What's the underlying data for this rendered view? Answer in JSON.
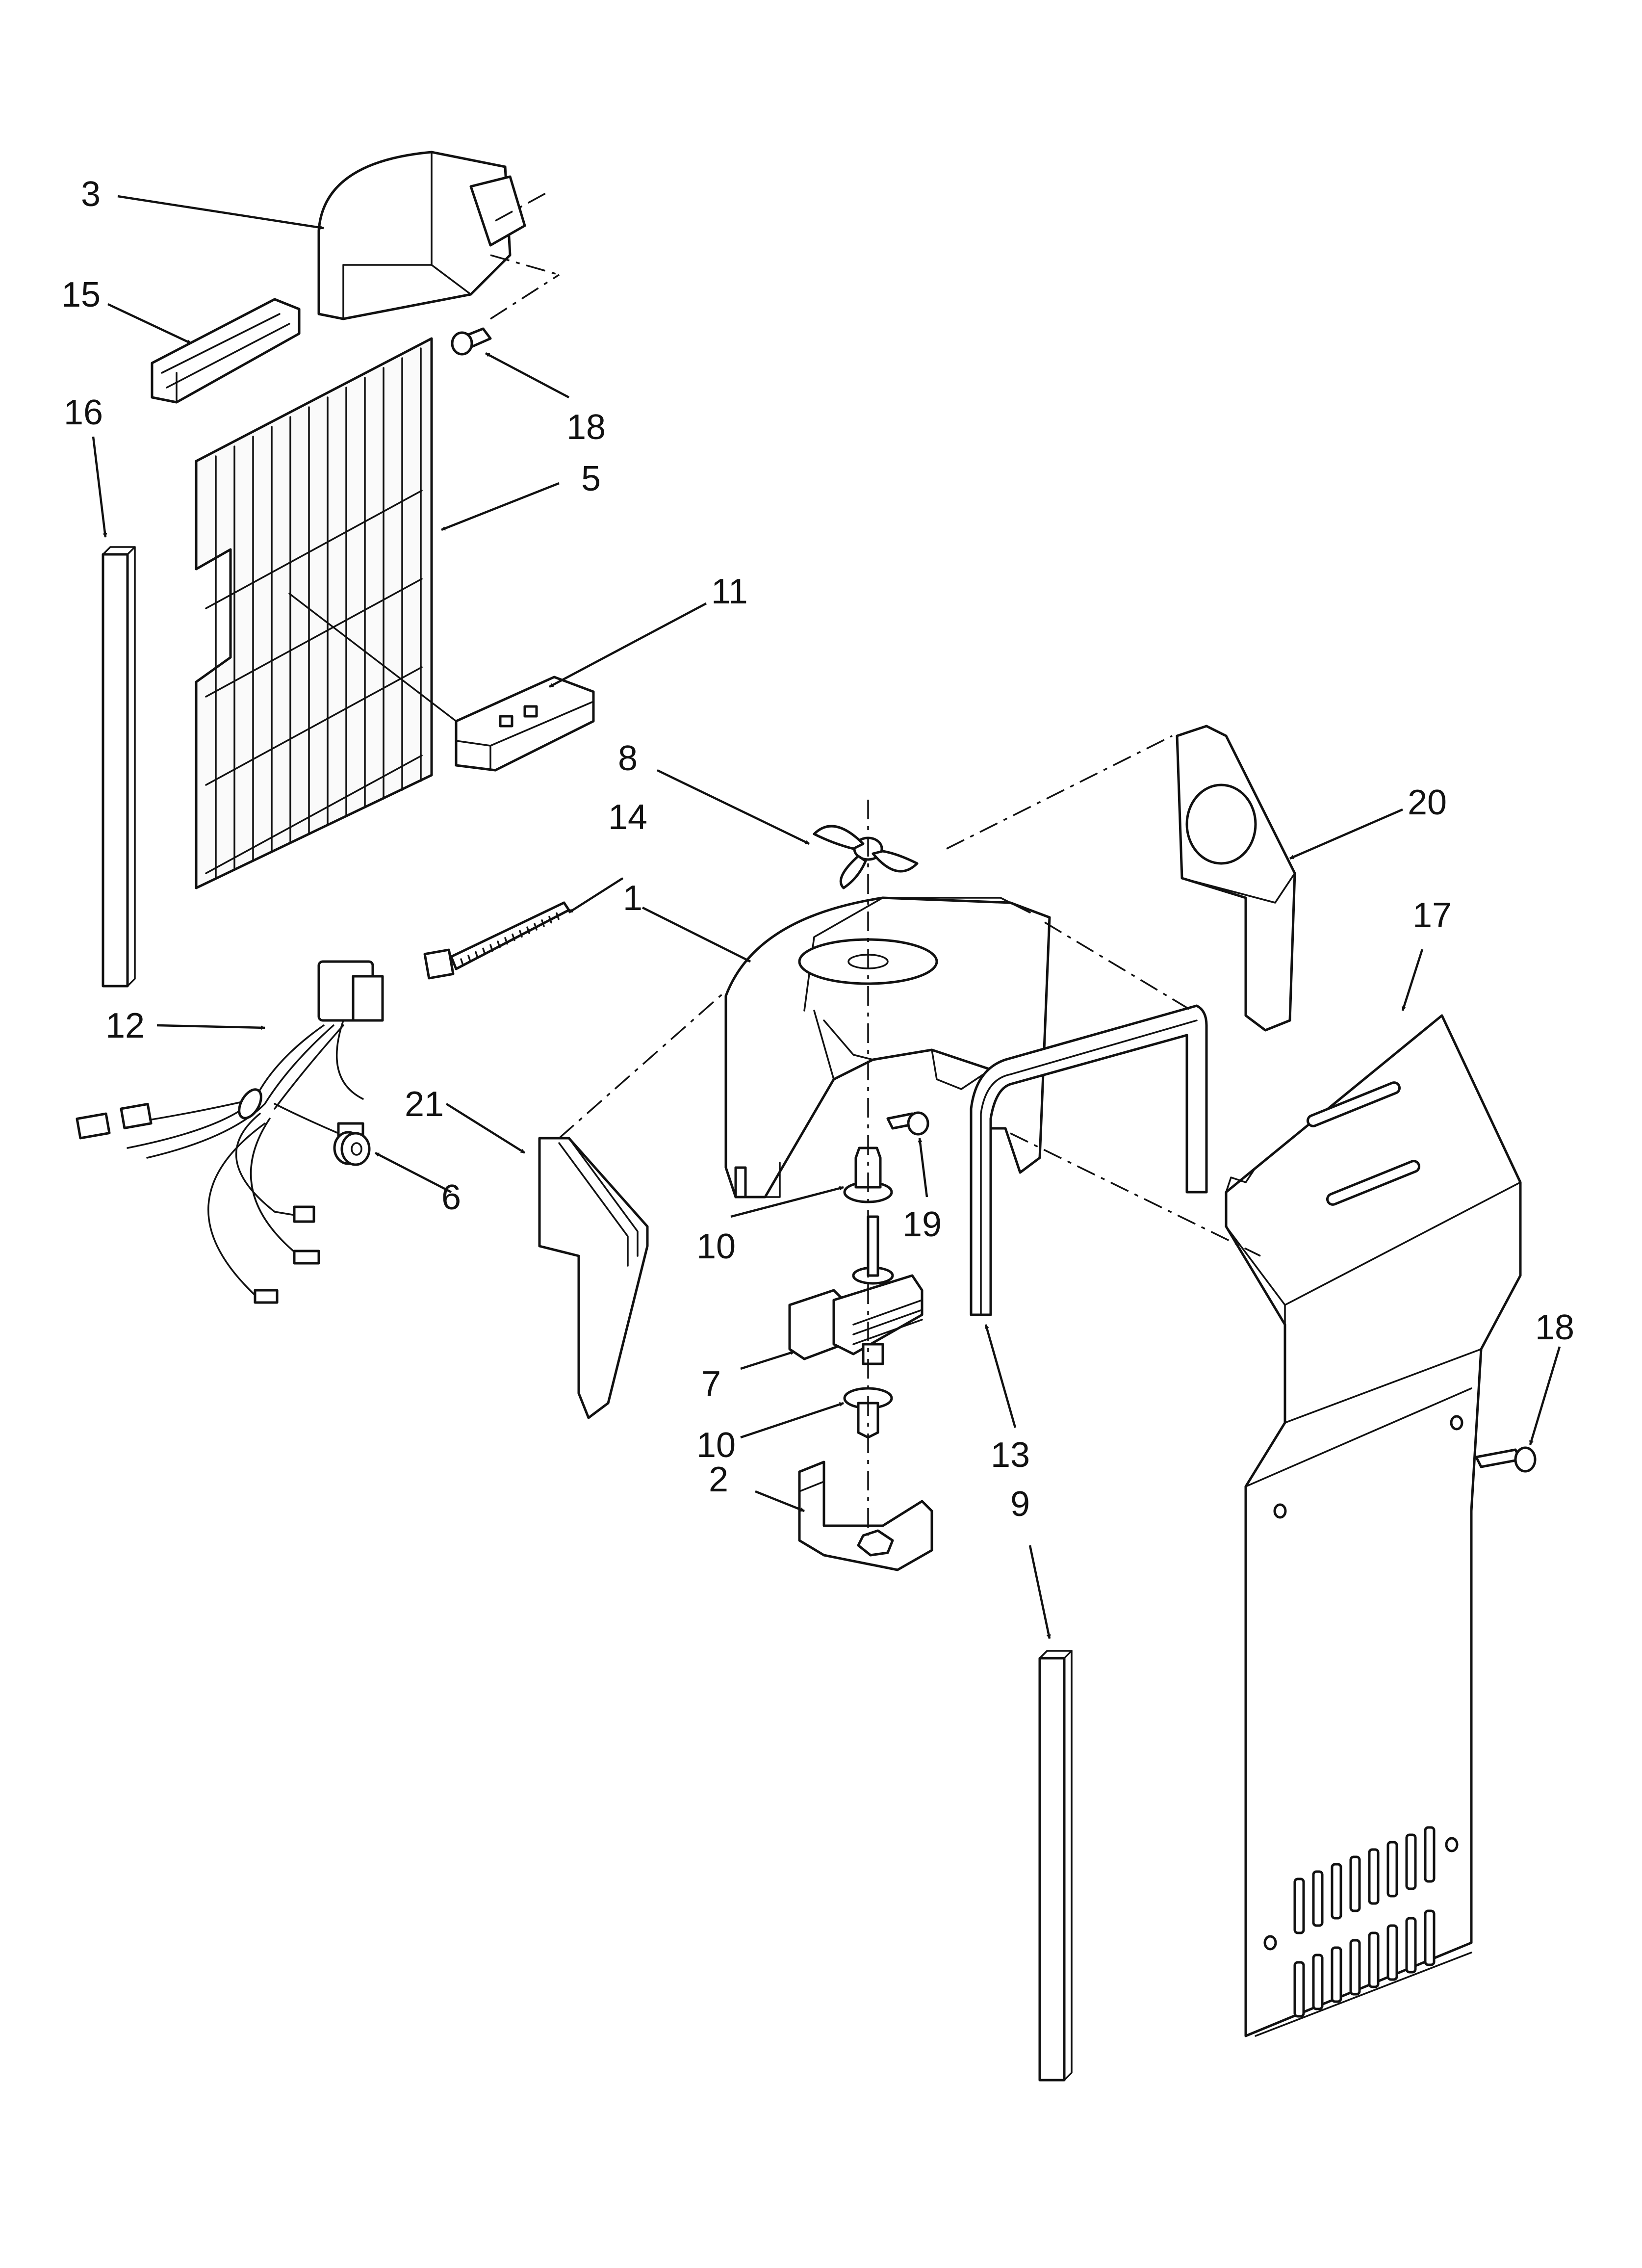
{
  "diagram": {
    "type": "exploded-parts-view",
    "callouts": [
      "1",
      "2",
      "3",
      "5",
      "6",
      "7",
      "8",
      "9",
      "10",
      "10",
      "11",
      "12",
      "13",
      "14",
      "15",
      "16",
      "17",
      "18",
      "18",
      "19",
      "20",
      "21"
    ]
  },
  "colors": {
    "line": "#111111",
    "background": "#ffffff"
  }
}
